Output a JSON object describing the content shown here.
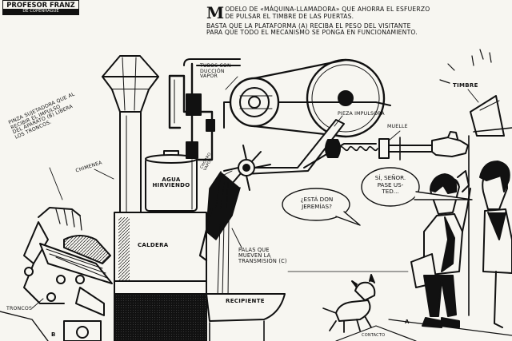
{
  "signature": {
    "name": "PROFESOR FRANZ",
    "location": "DE COPENHAGUE"
  },
  "caption": {
    "dropcap": "M",
    "line1": "ODELO DE «MÁQUINA-LLAMADORA» QUE AHORRA EL ESFUERZO",
    "line2": "DE PULSAR EL TIMBRE DE LAS PUERTAS.",
    "line3": "BASTA QUE LA PLATAFORMA (A) RECIBA EL PESO DEL VISITANTE",
    "line4": "PARA QUE TODO EL MECANISMO SE PONGA EN FUNCIONAMIENTO."
  },
  "labels": {
    "tubos_1": "TUBOS CON-",
    "tubos_2": "DUCCIÓN",
    "tubos_3": "VAPOR",
    "timbre": "TIMBRE",
    "pieza": "PIEZA IMPULSORA",
    "muelle": "MUELLE",
    "pinza_1": "PINZA SUJETADORA QUE AL",
    "pinza_2": "RECIBIR EL IMPULSO",
    "pinza_3": "DEL APARATO (B) LIBERA",
    "pinza_4": "LOS TRONCOS.",
    "chimenea": "CHIMENEA",
    "agua_1": "AGUA",
    "agua_2": "HIRVIENDO",
    "chorro_1": "CHORRO",
    "chorro_2": "VAPOR",
    "caldera": "CALDERA",
    "palas_1": "PALAS QUE",
    "palas_2": "MUEVEN LA",
    "palas_3": "TRANSMISIÓN (C)",
    "recipiente": "RECIPIENTE",
    "troncos": "TRONCOS",
    "contacto": "CONTACTO",
    "mark_a": "A",
    "mark_b": "B"
  },
  "bubbles": {
    "visitor_1": "¿ESTÁ DON",
    "visitor_2": "JEREMÍAS?",
    "maid_1": "SÍ, SEÑOR.",
    "maid_2": "PASE US-",
    "maid_3": "TED..."
  }
}
